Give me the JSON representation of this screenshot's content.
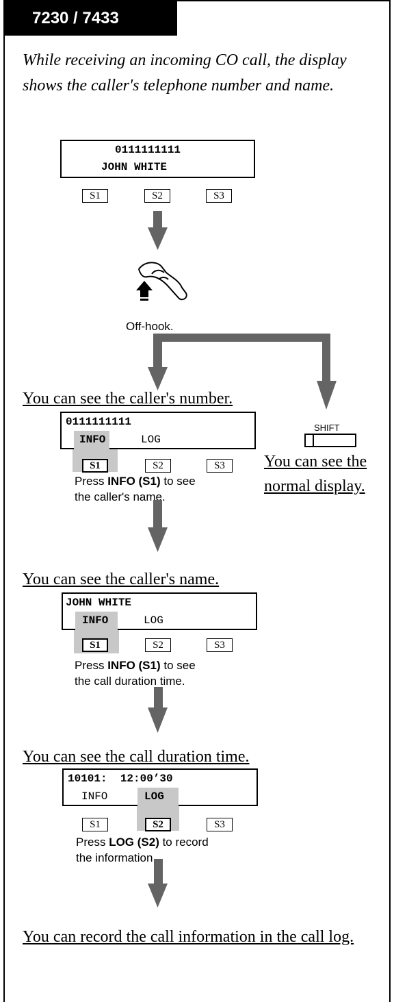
{
  "model_label": "7230 / 7433",
  "intro": "While receiving an incoming CO call, the display  shows the caller's telephone number and name.",
  "display1": {
    "line1": "0111111111",
    "line2": "JOHN WHITE"
  },
  "softkeys": {
    "s1": "S1",
    "s2": "S2",
    "s3": "S3"
  },
  "offhook": "Off-hook.",
  "step1": {
    "heading": "You can see the caller's number.",
    "line1": "0111111111",
    "info": "INFO",
    "log": "LOG",
    "caption_pre": "Press ",
    "caption_bold": "INFO (S1)",
    "caption_post": " to see the caller's name."
  },
  "shift": {
    "label": "SHIFT",
    "heading": "You can see the normal display."
  },
  "step2": {
    "heading": "You can see the caller's name.",
    "line1": "JOHN WHITE",
    "info": "INFO",
    "log": "LOG",
    "caption_pre": "Press ",
    "caption_bold": "INFO (S1)",
    "caption_post": " to see the call duration time."
  },
  "step3": {
    "heading": "You can see the call duration time.",
    "line1": "10101:  12:00’30",
    "info": "INFO",
    "log": "LOG",
    "caption_pre": "Press ",
    "caption_bold": "LOG (S2)",
    "caption_post": " to record the information."
  },
  "final": "You can record the call information in the call log.",
  "colors": {
    "arrow": "#646464",
    "highlight": "#c8c8c8",
    "tab": "#000000"
  },
  "icons": {
    "handset": "handset-offhook-icon"
  }
}
